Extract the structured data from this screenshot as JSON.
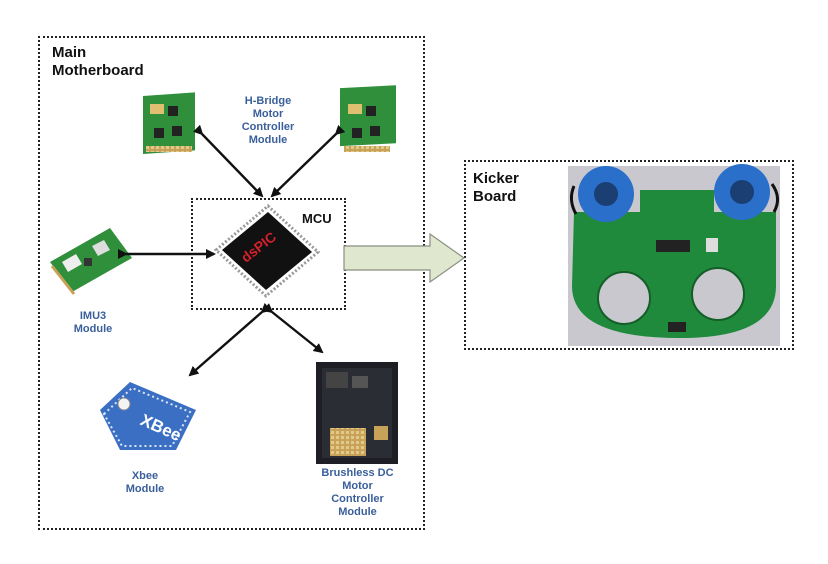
{
  "main_title": [
    "Main",
    "Motherboard"
  ],
  "mcu_title": "MCU",
  "kicker_title": [
    "Kicker",
    "Board"
  ],
  "hbridge_label": [
    "H-Bridge",
    "Motor",
    "Controller",
    "Module"
  ],
  "imu_label": [
    "IMU3",
    "Module"
  ],
  "xbee_label": [
    "Xbee",
    "Module"
  ],
  "bldc_label": [
    "Brushless DC",
    "Motor",
    "Controller",
    "Module"
  ],
  "chip_brand": "dsPIC",
  "xbee_brand": "XBee",
  "colors": {
    "label_blue": "#3a5f9a",
    "pcb_green": "#2f8f3a",
    "arrow_fill": "#dfe8cf"
  }
}
